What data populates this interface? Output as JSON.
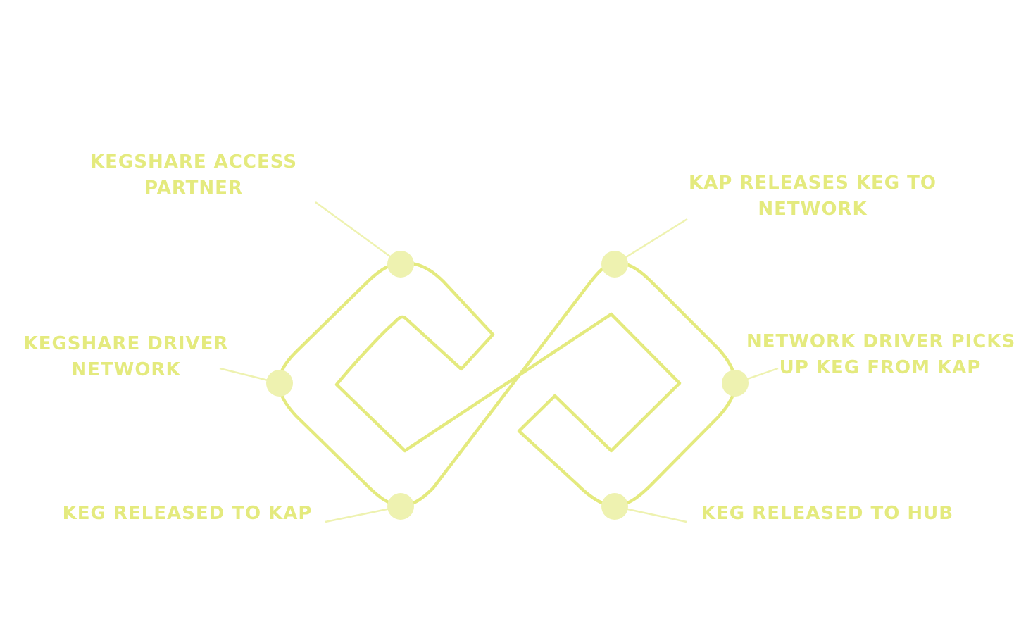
{
  "colors": {
    "accent": "#e4ea7e",
    "dot": "#eef2b0",
    "leader": "#eef2b0",
    "background": "#ffffff"
  },
  "diagram": {
    "shape": "infinity-loop",
    "labels": {
      "kap_partner": {
        "line1": "KEGSHARE ACCESS",
        "line2": "PARTNER"
      },
      "kap_release": {
        "line1": "KAP RELEASES KEG TO",
        "line2": "NETWORK"
      },
      "driver_network": {
        "line1": "KEGSHARE DRIVER",
        "line2": "NETWORK"
      },
      "driver_picks": {
        "line1": "NETWORK DRIVER PICKS",
        "line2": "UP KEG FROM KAP"
      },
      "keg_to_kap": {
        "line1": "KEG RELEASED TO KAP"
      },
      "keg_to_hub": {
        "line1": "KEG RELEASED TO HUB"
      }
    }
  }
}
